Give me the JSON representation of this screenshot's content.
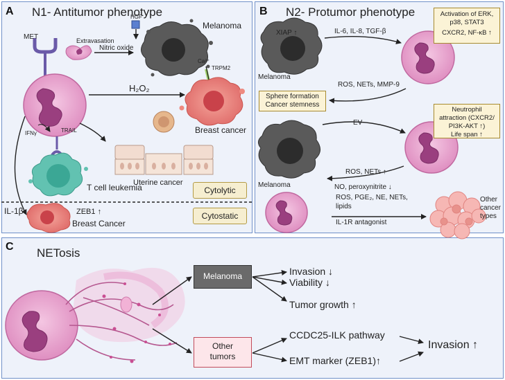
{
  "panelA": {
    "letter": "A",
    "title": "N1- Antitumor phenotype",
    "met": "MET",
    "hgf": "HGF",
    "extravasation": "Extravasation",
    "nitric_oxide": "Nitric oxide",
    "melanoma": "Melanoma",
    "ca": "Ca²⁺",
    "trpm2": "TRPM2",
    "h2o2": "H₂O₂",
    "breast_cancer": "Breast cancer",
    "ifng": "IFNγ",
    "trail": "TRAIL",
    "uterine_cancer": "Uterine cancer",
    "t_cell_leukemia": "T cell leukemia",
    "cytolytic": "Cytolytic",
    "cytostatic": "Cytostatic",
    "il1b": "IL-1β",
    "zeb1": "ZEB1 ↑",
    "breast_cancer2": "Breast Cancer"
  },
  "panelB": {
    "letter": "B",
    "title": "N2- Protumor phenotype",
    "xiap": "XIAP ↑",
    "melanoma1": "Melanoma",
    "il6": "IL-6, IL-8, TGF-β",
    "activation_box": [
      "Activation of ERK,",
      "p38, STAT3",
      "CXCR2, NF-κB ↑"
    ],
    "ros_nets_mmp": "ROS, NETs, MMP-9",
    "sphere_box": [
      "Sphere formation",
      "Cancer stemness"
    ],
    "ev": "EV",
    "neutrophil_box": [
      "Neutrophil",
      "attraction (CXCR2/",
      "PI3K-AKT ↑)",
      "Life span ↑"
    ],
    "melanoma2": "Melanoma",
    "ros_nets_up": "ROS, NETs ↑",
    "no_down": "NO, peroxynitrite ↓",
    "ros_pge": "ROS, PGE₂, NE, NETs,",
    "lipids": "lipids",
    "il1r": "IL-1R antagonist",
    "other_cancer": [
      "Other",
      "cancer",
      "types"
    ]
  },
  "panelC": {
    "letter": "C",
    "title": "NETosis",
    "melanoma": "Melanoma",
    "other_tumors": [
      "Other",
      "tumors"
    ],
    "invasion_down": "Invasion ↓",
    "viability_down": "Viability ↓",
    "tumor_growth": "Tumor growth ↑",
    "ccdc": "CCDC25-ILK pathway",
    "emt": "EMT marker (ZEB1)↑",
    "invasion_up": "Invasion ↑"
  },
  "colors": {
    "panel_border": "#6f8fc8",
    "panel_fill": "#eef2fa",
    "neutrophil": "#e9a2cd",
    "nucleus": "#9a3f7f",
    "melanoma": "#4a4a4a",
    "breast": "#e87c78",
    "tcell": "#56b8a8",
    "box_fill": "#fbf3d6"
  }
}
